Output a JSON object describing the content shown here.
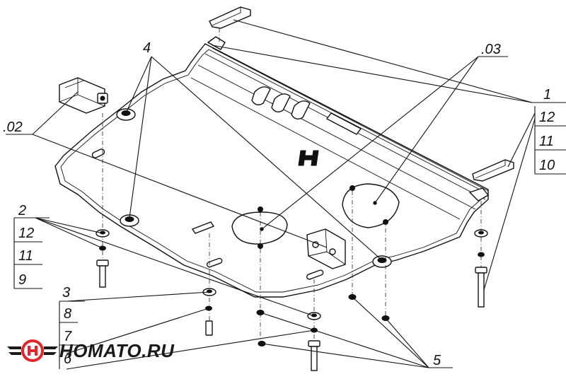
{
  "callouts": {
    "part_4": "4",
    "part_03": ".03",
    "part_02": ".02",
    "part_1": "1",
    "part_2": "2",
    "part_3": "3",
    "part_5": "5"
  },
  "stacks": {
    "right": [
      "12",
      "11",
      "10"
    ],
    "left": [
      "12",
      "11",
      "9"
    ],
    "bottom": [
      "8",
      "7",
      "6"
    ]
  },
  "logo": {
    "text": "HOMATO.RU",
    "colors": {
      "red": "#e3262b",
      "dark": "#1a1a1a"
    }
  }
}
